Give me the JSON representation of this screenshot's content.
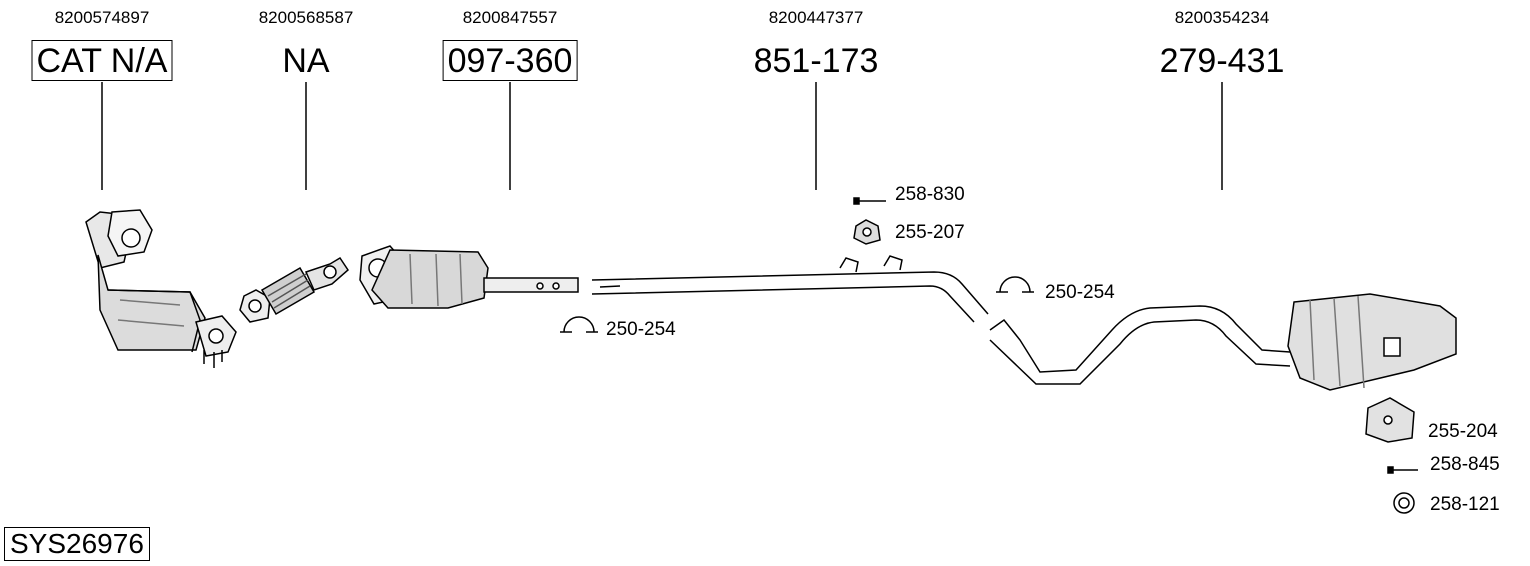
{
  "system_code": "SYS26976",
  "components": [
    {
      "oem": "8200574897",
      "part": "CAT N/A",
      "boxed": true
    },
    {
      "oem": "8200568587",
      "part": "NA",
      "boxed": false
    },
    {
      "oem": "8200847557",
      "part": "097-360",
      "boxed": true
    },
    {
      "oem": "8200447377",
      "part": "851-173",
      "boxed": false
    },
    {
      "oem": "8200354234",
      "part": "279-431",
      "boxed": false
    }
  ],
  "accessories": [
    {
      "label": "258-830",
      "icon": "bolt-icon"
    },
    {
      "label": "255-207",
      "icon": "rubber-mount-icon"
    },
    {
      "label": "250-254",
      "icon": "clamp-icon"
    },
    {
      "label": "250-254",
      "icon": "clamp-icon"
    },
    {
      "label": "255-204",
      "icon": "bracket-icon"
    },
    {
      "label": "258-845",
      "icon": "bolt-icon"
    },
    {
      "label": "258-121",
      "icon": "gasket-ring-icon"
    }
  ]
}
